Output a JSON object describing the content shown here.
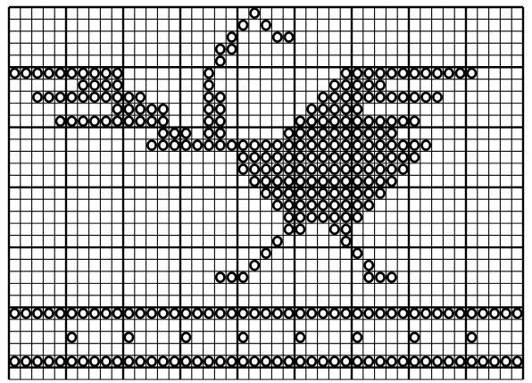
{
  "chart": {
    "columns": 45,
    "rows": 31,
    "major_every": 5,
    "grid_color": "#000000",
    "background": "#ffffff",
    "stitch_symbol": "open-circle",
    "rows_marked": [
      {
        "row": 0,
        "cols": [
          21
        ]
      },
      {
        "row": 1,
        "cols": [
          20,
          22
        ]
      },
      {
        "row": 2,
        "cols": [
          19,
          23,
          24
        ]
      },
      {
        "row": 3,
        "cols": [
          18,
          19
        ]
      },
      {
        "row": 4,
        "cols": [
          18
        ]
      },
      {
        "row": 5,
        "cols": [
          0,
          1,
          2,
          3,
          4,
          5,
          6,
          7,
          8,
          9,
          17,
          29,
          30,
          31,
          32,
          33,
          34,
          35,
          36,
          37,
          38,
          39,
          40
        ]
      },
      {
        "row": 6,
        "cols": [
          6,
          7,
          8,
          9,
          17,
          28,
          29,
          30,
          31,
          32
        ]
      },
      {
        "row": 7,
        "cols": [
          2,
          3,
          4,
          5,
          6,
          7,
          8,
          9,
          10,
          11,
          17,
          18,
          27,
          28,
          29,
          30,
          31,
          32,
          33,
          34,
          35,
          36,
          37
        ]
      },
      {
        "row": 8,
        "cols": [
          9,
          10,
          11,
          12,
          13,
          17,
          18,
          26,
          27,
          28,
          29,
          30
        ]
      },
      {
        "row": 9,
        "cols": [
          4,
          5,
          6,
          7,
          8,
          9,
          10,
          11,
          12,
          13,
          17,
          18,
          25,
          26,
          27,
          28,
          29,
          30,
          31,
          32,
          33,
          34,
          35
        ]
      },
      {
        "row": 10,
        "cols": [
          13,
          14,
          15,
          17,
          18,
          24,
          25,
          26,
          27,
          28,
          29,
          30,
          31,
          32,
          33
        ]
      },
      {
        "row": 11,
        "cols": [
          12,
          13,
          14,
          15,
          16,
          17,
          18,
          19,
          20,
          21,
          22,
          23,
          24,
          25,
          26,
          27,
          28,
          29,
          30,
          31,
          32,
          33,
          34,
          35,
          36
        ]
      },
      {
        "row": 12,
        "cols": [
          20,
          21,
          22,
          23,
          24,
          25,
          26,
          27,
          28,
          29,
          30,
          31,
          32,
          33,
          34,
          35
        ]
      },
      {
        "row": 13,
        "cols": [
          20,
          21,
          22,
          23,
          24,
          25,
          26,
          27,
          28,
          29,
          30,
          31,
          32,
          33,
          34
        ]
      },
      {
        "row": 14,
        "cols": [
          21,
          22,
          23,
          24,
          25,
          26,
          27,
          28,
          29,
          30,
          31,
          32,
          33
        ]
      },
      {
        "row": 15,
        "cols": [
          22,
          23,
          24,
          25,
          26,
          27,
          28,
          29,
          30,
          31,
          32
        ]
      },
      {
        "row": 16,
        "cols": [
          23,
          24,
          25,
          26,
          27,
          28,
          29,
          30,
          31
        ]
      },
      {
        "row": 17,
        "cols": [
          24,
          25,
          26,
          27,
          28,
          29,
          30
        ]
      },
      {
        "row": 18,
        "cols": [
          24,
          25,
          28,
          29
        ]
      },
      {
        "row": 19,
        "cols": [
          23,
          29
        ]
      },
      {
        "row": 20,
        "cols": [
          22,
          30
        ]
      },
      {
        "row": 21,
        "cols": [
          21,
          31
        ]
      },
      {
        "row": 22,
        "cols": [
          18,
          19,
          20,
          31,
          32,
          33
        ]
      },
      {
        "row": 23,
        "cols": []
      },
      {
        "row": 24,
        "cols": []
      },
      {
        "row": 25,
        "cols": [
          0,
          1,
          2,
          3,
          4,
          5,
          6,
          7,
          8,
          9,
          10,
          11,
          12,
          13,
          14,
          15,
          16,
          17,
          18,
          19,
          20,
          21,
          22,
          23,
          24,
          25,
          26,
          27,
          28,
          29,
          30,
          31,
          32,
          33,
          34,
          35,
          36,
          37,
          38,
          39,
          40,
          41,
          42,
          43,
          44
        ]
      },
      {
        "row": 26,
        "cols": []
      },
      {
        "row": 27,
        "cols": [
          5,
          10,
          15,
          20,
          25,
          30,
          35,
          40
        ]
      },
      {
        "row": 28,
        "cols": []
      },
      {
        "row": 29,
        "cols": [
          0,
          1,
          2,
          3,
          4,
          5,
          6,
          7,
          8,
          9,
          10,
          11,
          12,
          13,
          14,
          15,
          16,
          17,
          18,
          19,
          20,
          21,
          22,
          23,
          24,
          25,
          26,
          27,
          28,
          29,
          30,
          31,
          32,
          33,
          34,
          35,
          36,
          37,
          38,
          39,
          40,
          41,
          42,
          43,
          44
        ]
      },
      {
        "row": 30,
        "cols": []
      }
    ]
  }
}
